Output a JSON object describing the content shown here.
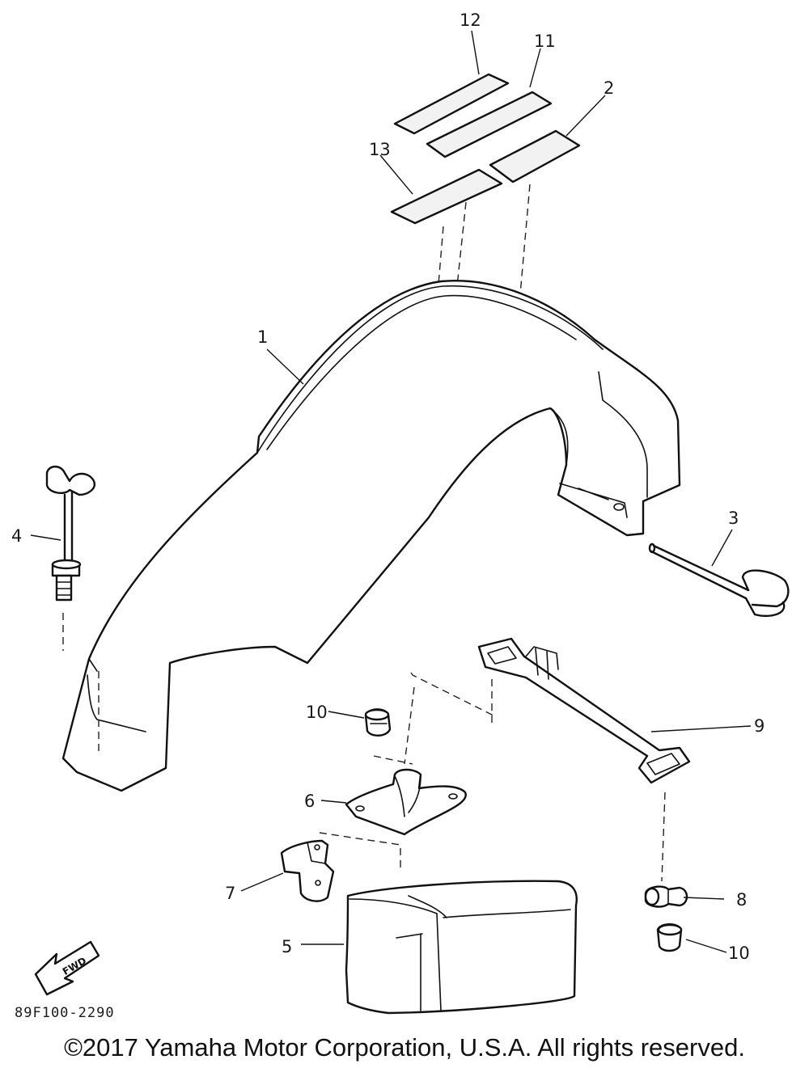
{
  "diagram": {
    "callouts": {
      "p1": "1",
      "p2": "2",
      "p3": "3",
      "p4": "4",
      "p5": "5",
      "p6": "6",
      "p7": "7",
      "p8": "8",
      "p9": "9",
      "p10a": "10",
      "p10b": "10",
      "p11": "11",
      "p12": "12",
      "p13": "13"
    },
    "direction_badge": "FWD",
    "drawing_code": "89F100-2290"
  },
  "footer": {
    "copyright": "©2017 Yamaha Motor Corporation, U.S.A. All rights reserved."
  }
}
